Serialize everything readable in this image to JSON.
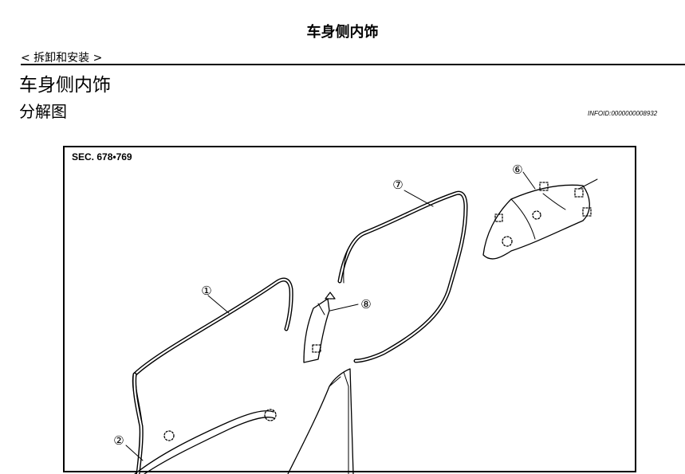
{
  "header": {
    "title": "车身侧内饰"
  },
  "breadcrumb": "< 拆卸和安装 >",
  "section": {
    "title": "车身侧内饰"
  },
  "subsection": {
    "title": "分解图"
  },
  "info_id": "INFOID:0000000008932",
  "figure": {
    "sec_label": "SEC. 678•769",
    "callouts": [
      "①",
      "②",
      "⑥",
      "⑦",
      "⑧"
    ]
  }
}
